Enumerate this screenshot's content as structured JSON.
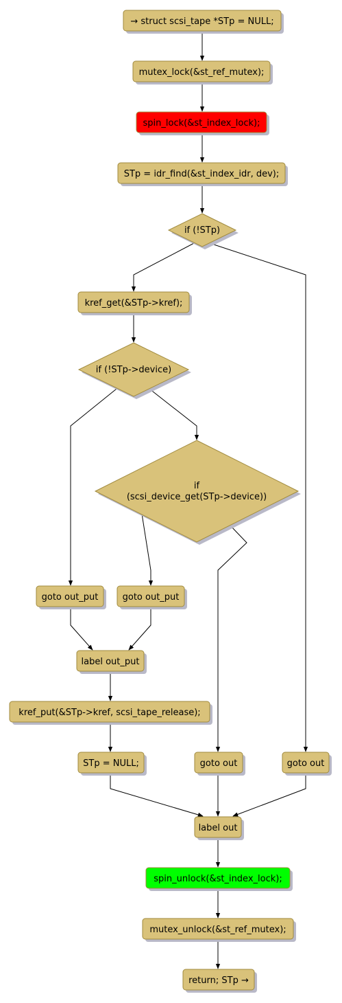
{
  "colors": {
    "node_fill": "#D9C27A",
    "node_stroke": "#A08A3E",
    "shadow": "#B9B9C8",
    "edge": "#000000",
    "lock_fill": "#FF0000",
    "unlock_fill": "#00FF00"
  },
  "nodes": {
    "start": "→ struct scsi_tape *STp = NULL;",
    "mutex_lock": "mutex_lock(&st_ref_mutex);",
    "spin_lock": "spin_lock(&st_index_lock);",
    "idr_find": "STp = idr_find(&st_index_idr, dev);",
    "if_stp": "if (!STp)",
    "kref_get": "kref_get(&STp->kref);",
    "if_device": "if (!STp->device)",
    "if_scsi_l1": "if",
    "if_scsi_l2": "(scsi_device_get(STp->device))",
    "goto_out_put_1": "goto out_put",
    "goto_out_put_2": "goto out_put",
    "label_out_put": "label out_put",
    "kref_put": "kref_put(&STp->kref, scsi_tape_release);",
    "stp_null": "STp = NULL;",
    "goto_out_1": "goto out",
    "goto_out_2": "goto out",
    "label_out": "label out",
    "spin_unlock": "spin_unlock(&st_index_lock);",
    "mutex_unlock": "mutex_unlock(&st_ref_mutex);",
    "return": "return; STp →"
  }
}
